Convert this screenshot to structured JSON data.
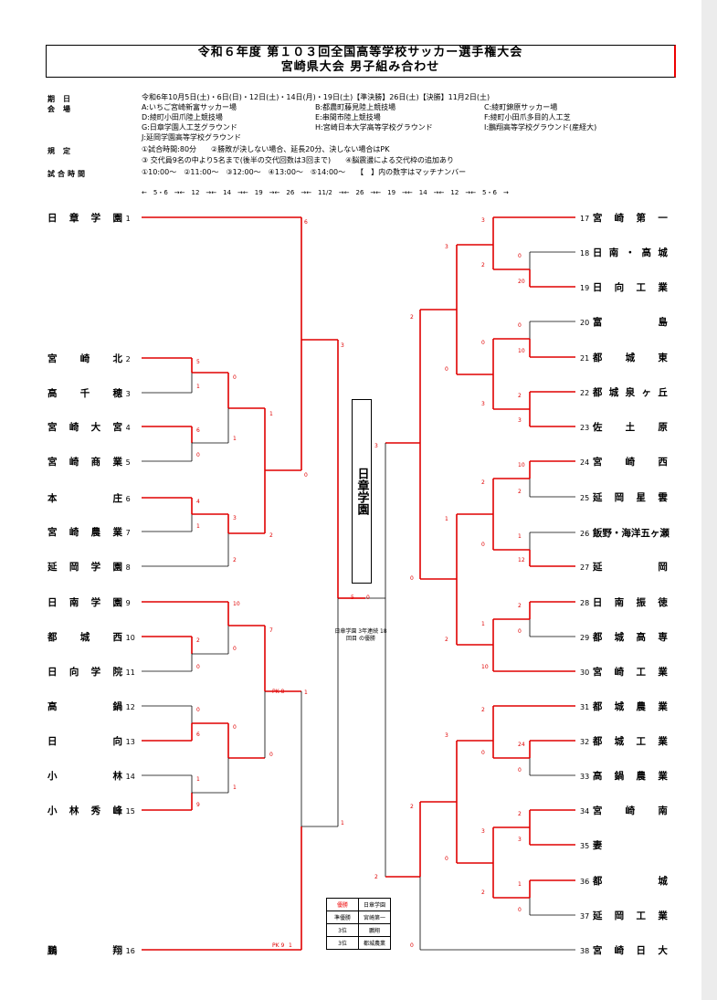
{
  "title": {
    "line1": "令和６年度 第１０３回全国高等学校サッカー選手権大会",
    "line2": "宮崎県大会 男子組み合わせ"
  },
  "info": {
    "period_key": "期日",
    "period": "令和6年10月5日(土)・6日(日)・12日(土)・14日(月)・19日(土)【準決勝】26日(土)【決勝】11月2日(土)",
    "venue_key": "会場",
    "venues": [
      "A:いちご宮崎新富サッカー場",
      "B:都農町藤見陸上競技場",
      "C:綾町錦原サッカー場",
      "D:綾町小田爪陸上競技場",
      "E:串間市陸上競技場",
      "F:綾町小田爪多目的人工芝",
      "G:日章学園人工芝グラウンド",
      "H:宮崎日本大学高等学校グラウンド",
      "I:鵬翔高等学校グラウンド(産経大)",
      "J:延岡学園高等学校グラウンド"
    ],
    "rules_key": "規定",
    "rules": [
      "①試合時間:80分　　②勝敗が決しない場合、延長20分、決しない場合はPK",
      "③ 交代員9名の中より5名まで(後半の交代回数は3回まで)　　④脳震盪による交代枠の追加あり"
    ],
    "time_key": "試合時間",
    "times": "①10:00～　②11:00～　③12:00～　④13:00～　⑤14:00～　　【　】内の数字はマッチナンバー",
    "schedule_row": "←　5・6　→←　12　→←　14　→←　19　→←　26　→←　11/2　→←　26　→←　19　→←　14　→←　12　→←　5・6　→"
  },
  "left_teams": [
    {
      "name": "日章学園",
      "num": "1"
    },
    {
      "name": "宮崎北",
      "num": "2"
    },
    {
      "name": "高千穂",
      "num": "3"
    },
    {
      "name": "宮崎大宮",
      "num": "4"
    },
    {
      "name": "宮崎商業",
      "num": "5"
    },
    {
      "name": "本庄",
      "num": "6"
    },
    {
      "name": "宮崎農業",
      "num": "7"
    },
    {
      "name": "延岡学園",
      "num": "8"
    },
    {
      "name": "日南学園",
      "num": "9"
    },
    {
      "name": "都城西",
      "num": "10"
    },
    {
      "name": "日向学院",
      "num": "11"
    },
    {
      "name": "高鍋",
      "num": "12"
    },
    {
      "name": "日向",
      "num": "13"
    },
    {
      "name": "小林",
      "num": "14"
    },
    {
      "name": "小林秀峰",
      "num": "15"
    },
    {
      "name": "鵬翔",
      "num": "16"
    }
  ],
  "right_teams": [
    {
      "name": "宮崎第一",
      "num": "17"
    },
    {
      "name": "日南・高城",
      "num": "18"
    },
    {
      "name": "日向工業",
      "num": "19"
    },
    {
      "name": "富島",
      "num": "20"
    },
    {
      "name": "都城東",
      "num": "21"
    },
    {
      "name": "都城泉ヶ丘",
      "num": "22"
    },
    {
      "name": "佐土原",
      "num": "23"
    },
    {
      "name": "宮崎西",
      "num": "24"
    },
    {
      "name": "延岡星雲",
      "num": "25"
    },
    {
      "name": "飯野・海洋五ヶ瀬",
      "num": "26"
    },
    {
      "name": "延岡",
      "num": "27"
    },
    {
      "name": "日南振徳",
      "num": "28"
    },
    {
      "name": "都城高専",
      "num": "29"
    },
    {
      "name": "宮崎工業",
      "num": "30"
    },
    {
      "name": "都城農業",
      "num": "31"
    },
    {
      "name": "都城工業",
      "num": "32"
    },
    {
      "name": "高鍋農業",
      "num": "33"
    },
    {
      "name": "宮崎南",
      "num": "34"
    },
    {
      "name": "妻",
      "num": "35"
    },
    {
      "name": "都城",
      "num": "36"
    },
    {
      "name": "延岡工業",
      "num": "37"
    },
    {
      "name": "宮崎日大",
      "num": "38"
    }
  ],
  "champion": "日章学園",
  "champion_note": "日章学園 3年連続 18回目 の優勝",
  "final_score": {
    "left": "5",
    "right": "0"
  },
  "results": [
    {
      "rank": "優勝",
      "team": "日章学園"
    },
    {
      "rank": "準優勝",
      "team": "宮崎第一"
    },
    {
      "rank": "3位",
      "team": "鵬翔"
    },
    {
      "rank": "3位",
      "team": "都城農業"
    }
  ],
  "colors": {
    "winner": "#e00000",
    "line": "#000000"
  }
}
